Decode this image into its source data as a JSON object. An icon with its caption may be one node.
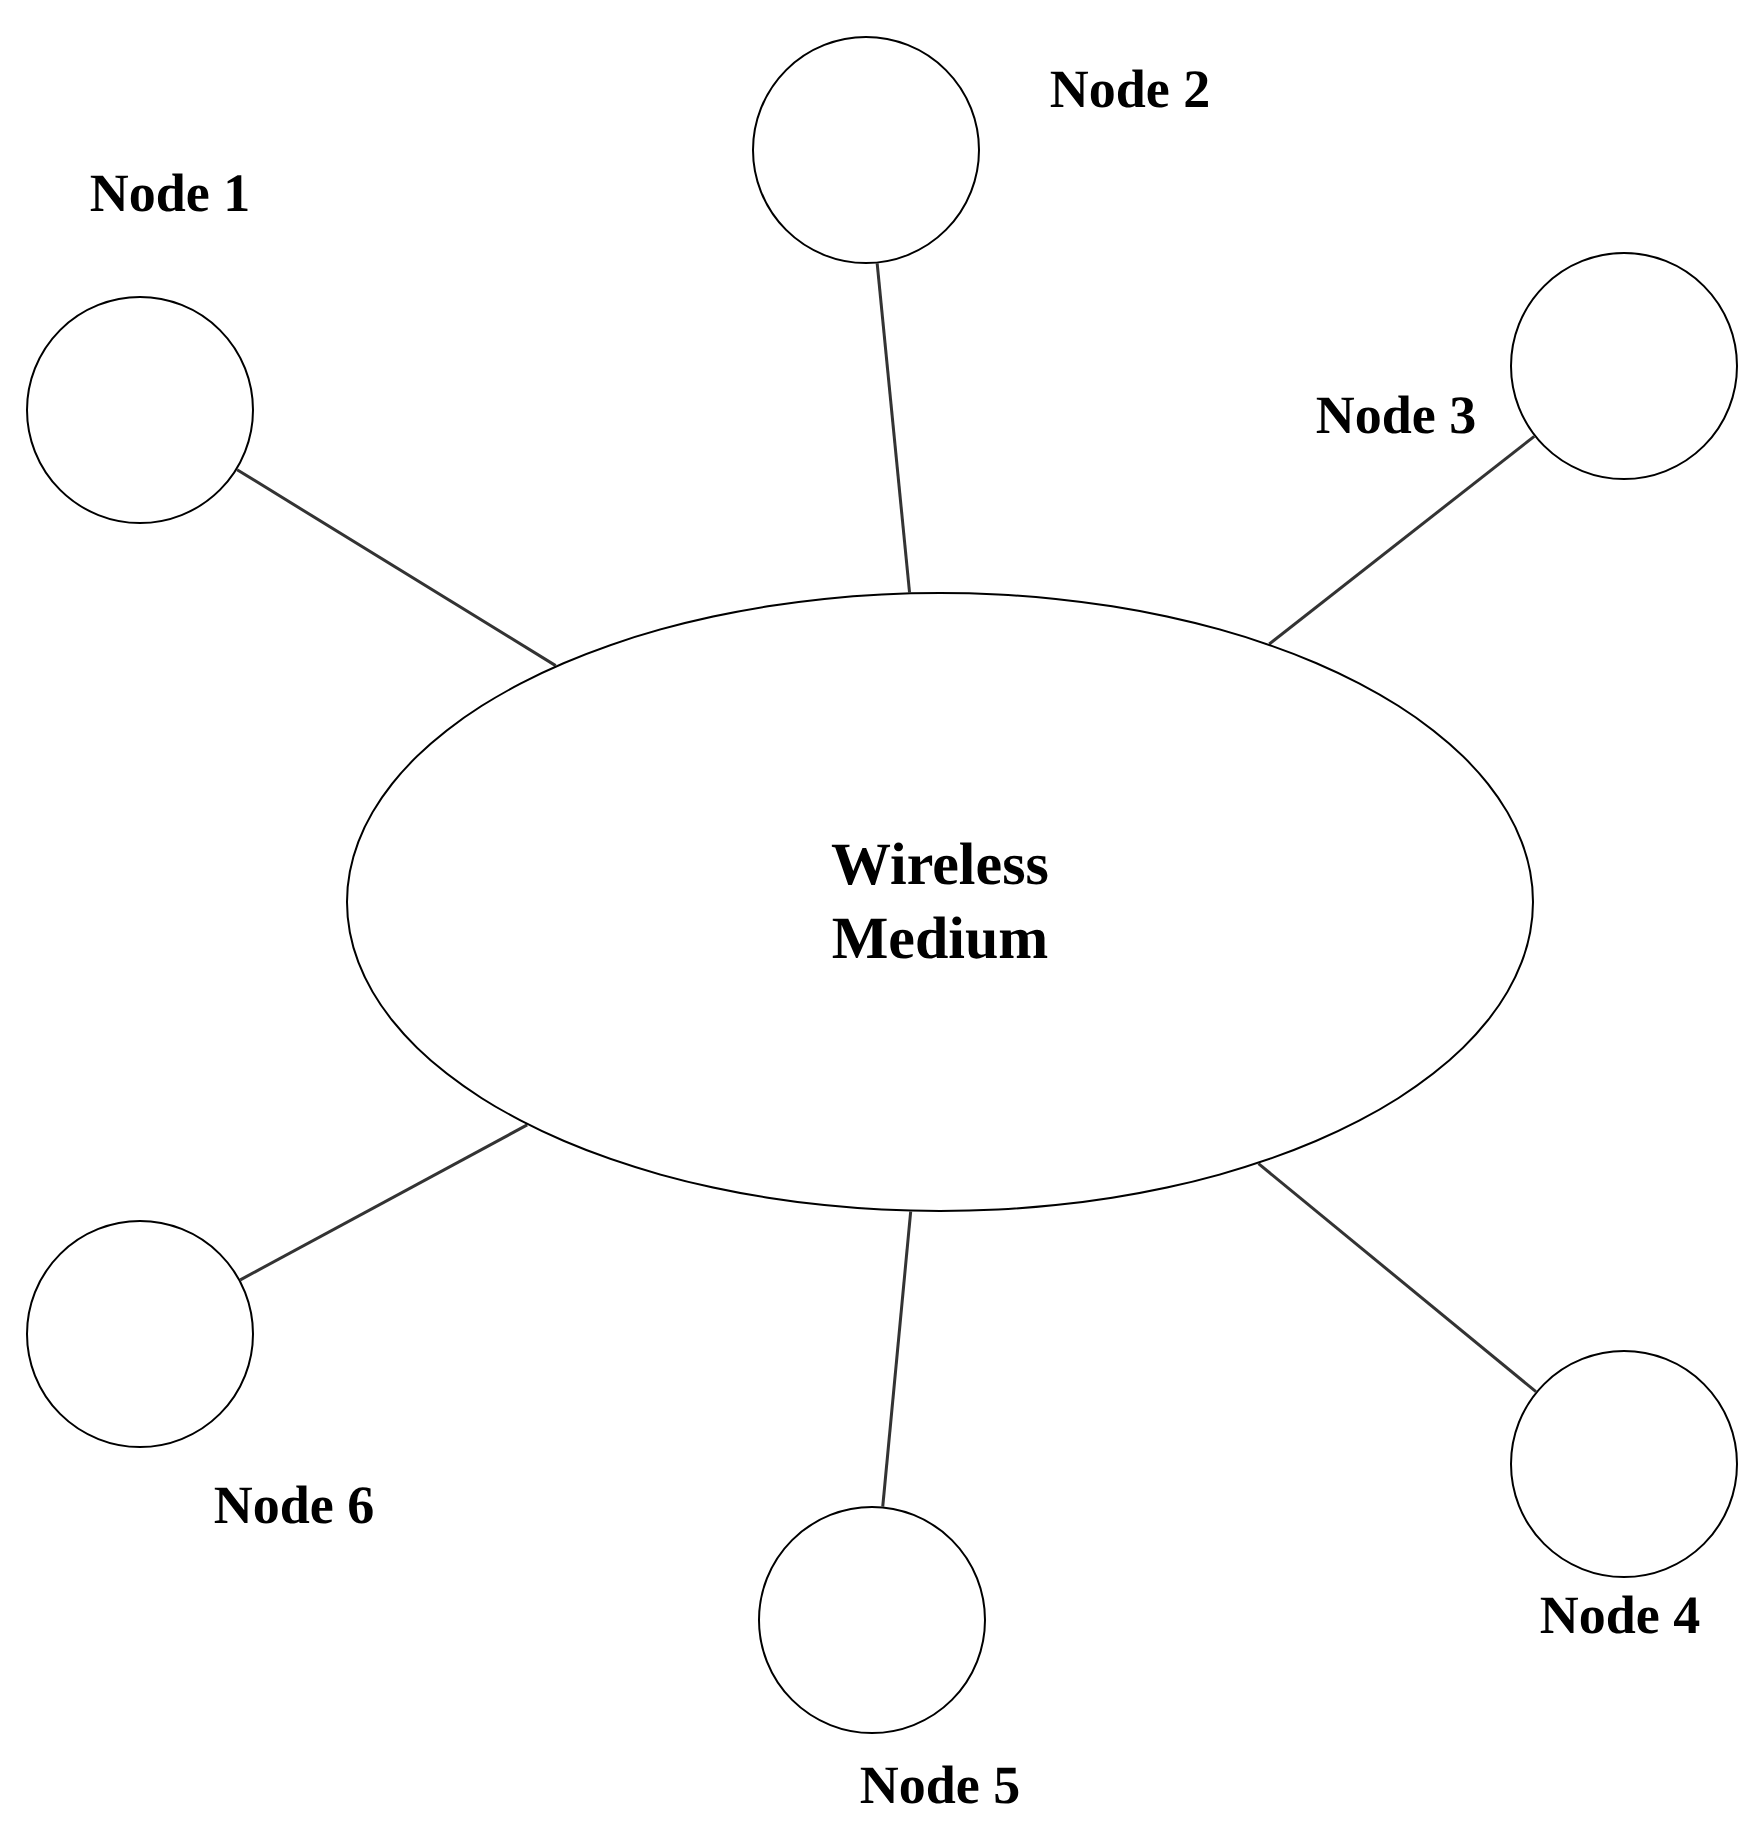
{
  "diagram": {
    "nodes": [
      {
        "text": [],
        "shape": "circle",
        "beside": [
          "Node 1"
        ]
      },
      {
        "text": [],
        "shape": "circle",
        "beside": [
          "Node 2"
        ]
      },
      {
        "text": [],
        "shape": "circle",
        "beside": [
          "Node 3"
        ]
      },
      {
        "text": [],
        "shape": "circle",
        "beside": [
          "Node 4"
        ]
      },
      {
        "text": [],
        "shape": "circle",
        "beside": [
          "Node 5"
        ]
      },
      {
        "text": [],
        "shape": "circle",
        "beside": [
          "Node 6"
        ]
      },
      {
        "text": [
          "Wireless Medium"
        ]
      }
    ],
    "edges": [
      {
        "from": 0,
        "to": 6,
        "arrow": "none"
      },
      {
        "from": 1,
        "to": 6,
        "arrow": "none"
      },
      {
        "from": 2,
        "to": 6,
        "arrow": "none"
      },
      {
        "from": 3,
        "to": 6,
        "arrow": "none"
      },
      {
        "from": 4,
        "to": 6,
        "arrow": "none"
      },
      {
        "from": 5,
        "to": 6,
        "arrow": "none"
      }
    ]
  }
}
